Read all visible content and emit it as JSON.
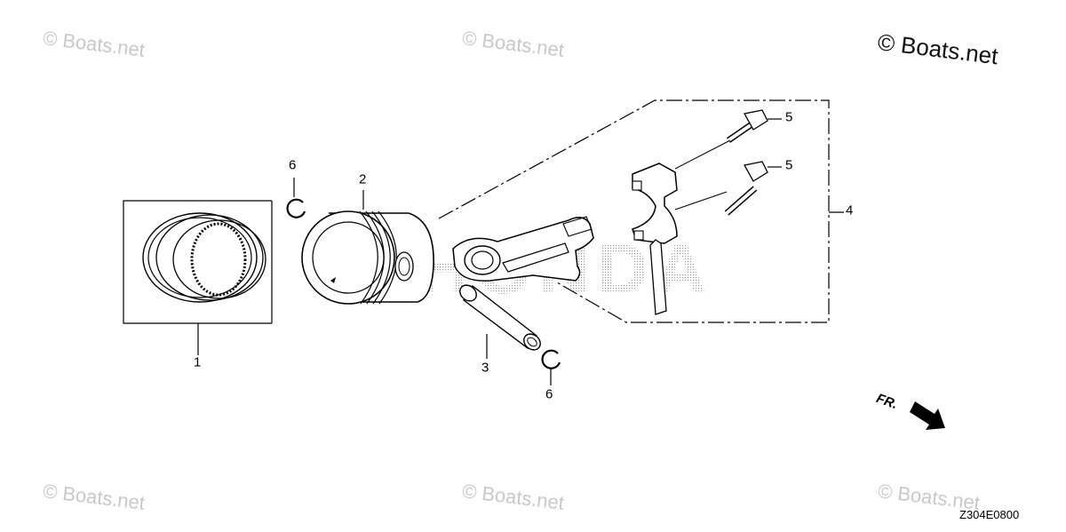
{
  "watermarks": {
    "small": "© Boats.net",
    "main": "© Boats.net"
  },
  "diagram_code": "Z304E0800",
  "direction_label": "FR.",
  "brand_watermark": "HONDA",
  "callouts": {
    "piston_ring_set": "1",
    "piston": "2",
    "piston_pin": "3",
    "connecting_rod_assembly": "4",
    "rod_bolt_upper": "5",
    "rod_bolt_lower": "5",
    "clip_left": "6",
    "clip_right": "6"
  },
  "colors": {
    "line": "#000000",
    "watermark": "#c8c8c8"
  }
}
